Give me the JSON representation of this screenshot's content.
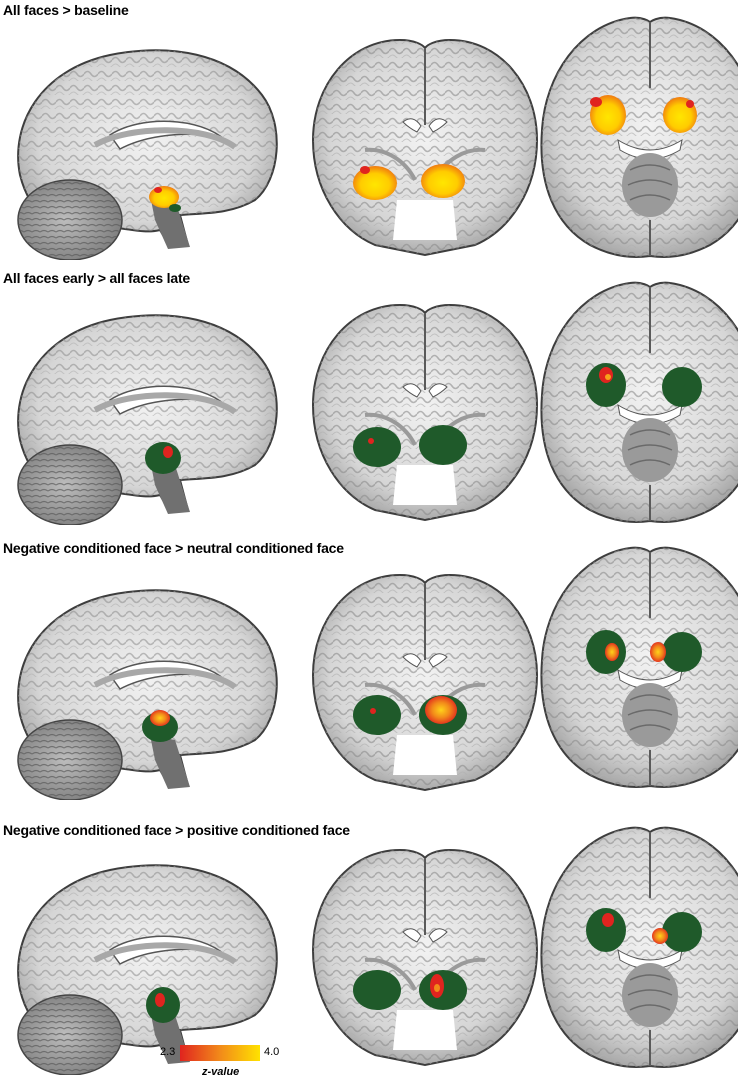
{
  "panels": [
    {
      "title": "All faces > baseline"
    },
    {
      "title": "All faces early > all faces late"
    },
    {
      "title": "Negative conditioned face > neutral conditioned face"
    },
    {
      "title": "Negative conditioned face > positive conditioned face"
    }
  ],
  "colors": {
    "roi_mask": "#1f5a2a",
    "activation_low": "#e0241f",
    "activation_high": "#ffe200",
    "brain_light": "#e6e6e6",
    "brain_dark": "#6e6e6e"
  },
  "colorbar": {
    "min_label": "2.3",
    "max_label": "4.0",
    "axis_label": "z-value"
  }
}
